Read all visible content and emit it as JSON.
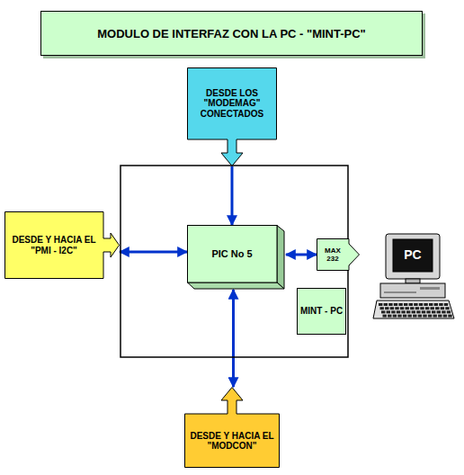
{
  "diagram": {
    "title": "MODULO DE INTERFAZ CON LA PC - \"MINT-PC\"",
    "nodes": [
      {
        "text": [
          "DESDE LOS \"MODEMAG\" CONECTADOS"
        ]
      },
      {
        "text": [
          "DESDE Y HACIA EL \"PMI - I2C\""
        ]
      },
      {
        "text": [
          "MINT - PC"
        ]
      },
      {
        "text": [
          "PIC No 5"
        ],
        "in": 2
      },
      {
        "text": [
          "MAX 232"
        ],
        "in": 2
      },
      {
        "text": [
          "PC"
        ]
      },
      {
        "text": [
          "DESDE Y HACIA EL \"MODCON\""
        ]
      }
    ],
    "edges": [
      {
        "from": 0,
        "to": 3,
        "arrow": "to"
      },
      {
        "from": 1,
        "to": 3,
        "arrow": "both"
      },
      {
        "from": 3,
        "to": 4,
        "arrow": "both"
      },
      {
        "from": 6,
        "to": 3,
        "arrow": "both"
      }
    ]
  }
}
